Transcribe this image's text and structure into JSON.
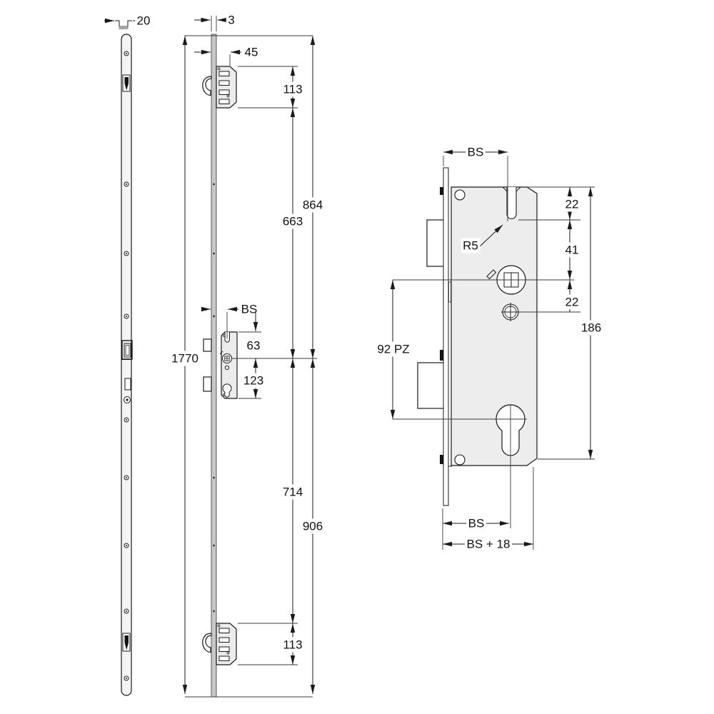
{
  "drawing_title": "multipoint-lock-technical-drawing",
  "profile_view": {
    "width_label": "20"
  },
  "front_view": {
    "plate_thickness": "3",
    "hook_offset": "45",
    "hook_case_top": "113",
    "top_to_follower_outer": "864",
    "hook_to_follower_top": "663",
    "backset_front": "BS",
    "follower_above": "63",
    "follower_below": "123",
    "total_length": "1770",
    "follower_to_hook_bottom": "714",
    "follower_to_bottom_outer": "906",
    "hook_case_bottom": "113"
  },
  "case_view": {
    "backset_top": "BS",
    "notch_depth": "22",
    "notch_radius": "R5",
    "notch_to_follower": "41",
    "follower_to_hole": "22",
    "case_height": "186",
    "follower_to_cylinder": "92 PZ",
    "backset_bottom": "BS",
    "case_width": "BS + 18"
  }
}
